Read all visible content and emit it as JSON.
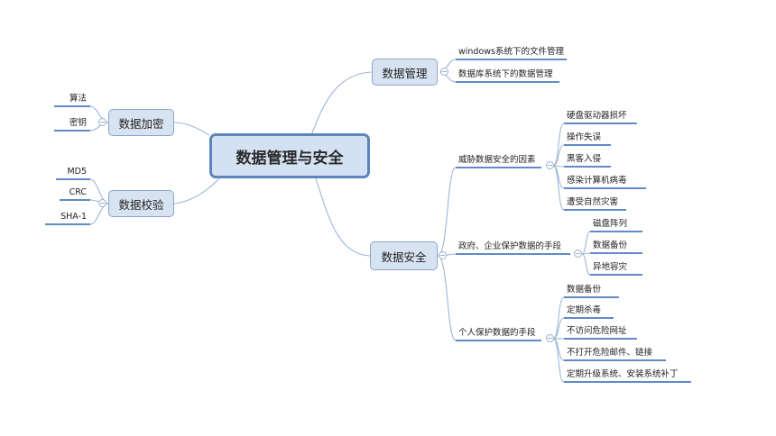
{
  "root": "数据管理与安全",
  "branches": {
    "jiami": {
      "label": "数据加密",
      "children": [
        "算法",
        "密钥"
      ]
    },
    "jiaoyan": {
      "label": "数据校验",
      "children": [
        "MD5",
        "CRC",
        "SHA-1"
      ]
    },
    "guanli": {
      "label": "数据管理",
      "children": [
        "windows系统下的文件管理",
        "数据库系统下的数据管理"
      ]
    },
    "anquan": {
      "label": "数据安全",
      "subs": [
        {
          "label": "威胁数据安全的因素",
          "children": [
            "硬盘驱动器损坏",
            "操作失误",
            "黑客入侵",
            "感染计算机病毒",
            "遭受自然灾害"
          ]
        },
        {
          "label": "政府、企业保护数据的手段",
          "children": [
            "磁盘阵列",
            "数据备份",
            "异地容灾"
          ]
        },
        {
          "label": "个人保护数据的手段",
          "children": [
            "数据备份",
            "定期杀毒",
            "不访问危险网址",
            "不打开危险邮件、链接",
            "定期升级系统、安装系统补丁"
          ]
        }
      ]
    }
  },
  "collapse_symbol": "−",
  "colors": {
    "line": "#9db7d6",
    "underline": "#2d63b5",
    "root_border": "#5b85bb",
    "node_fill": "#d8e3f1"
  }
}
